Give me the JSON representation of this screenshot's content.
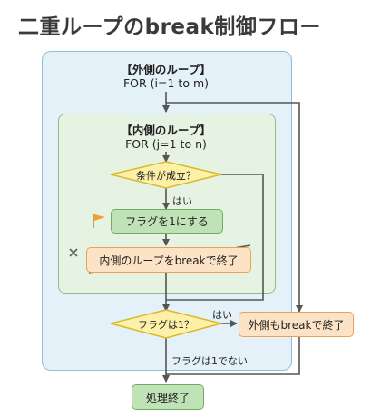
{
  "title": "二重ループのbreak制御フロー",
  "outer": {
    "label": "【外側のループ】",
    "cond": "FOR (i=1 to m)"
  },
  "inner": {
    "label": "【内側のループ】",
    "cond": "FOR (j=1 to n)"
  },
  "nodes": {
    "cond": "条件が成立？",
    "yes1": "はい",
    "setflag": "フラグを1にする",
    "innerbreak": "内側のループをbreakで終了",
    "flagcheck": "フラグは1？",
    "yes2": "はい",
    "outerbreak": "外側もbreakで終了",
    "no": "フラグは1でない",
    "end": "処理終了"
  },
  "colors": {
    "outer_bg": "#e4f1f8",
    "inner_bg": "#e6f3e2",
    "diamond": "#fdf0a8",
    "green_box": "#bfe2b6",
    "orange_box": "#fde3c6",
    "arrow": "#555555"
  },
  "icons": [
    "flag-icon",
    "cross-icon"
  ]
}
